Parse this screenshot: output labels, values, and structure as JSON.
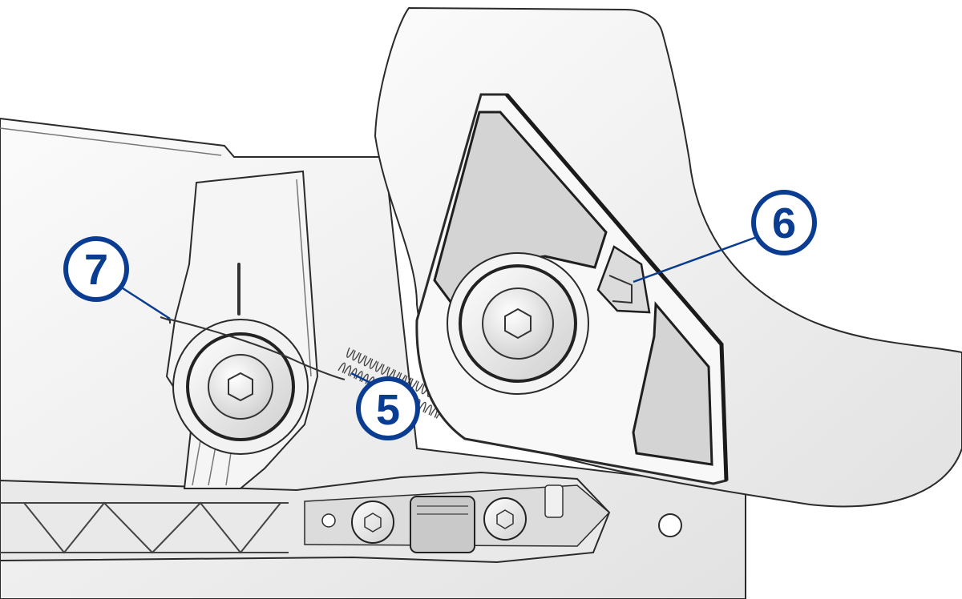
{
  "diagram": {
    "type": "technical-illustration",
    "colors": {
      "callout": "#0a3d91",
      "outline": "#2a2a2a",
      "plate": "#f3f3f3",
      "shade": "#d4d4d4",
      "background": "#ffffff"
    },
    "callouts": [
      {
        "label": "5",
        "points_to": "spring"
      },
      {
        "label": "6",
        "points_to": "pawl-slot"
      },
      {
        "label": "7",
        "points_to": "spring-end"
      }
    ]
  }
}
